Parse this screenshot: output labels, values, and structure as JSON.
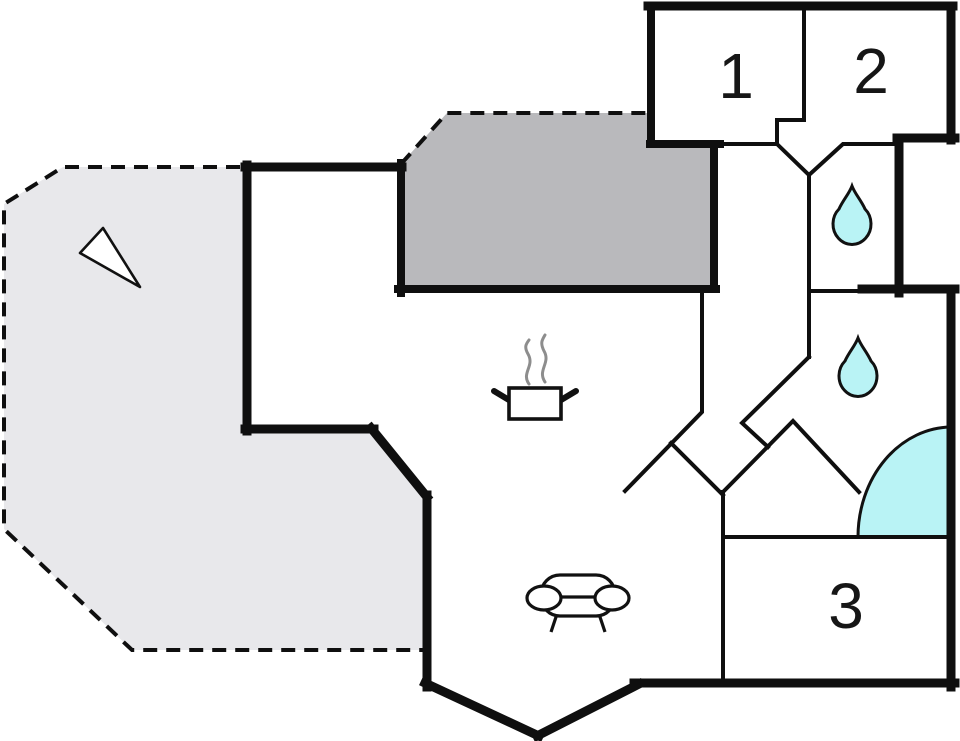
{
  "plan": {
    "type": "floor-plan",
    "rooms": [
      {
        "label": "1"
      },
      {
        "label": "2"
      },
      {
        "label": "3"
      }
    ],
    "icons": [
      {
        "name": "compass-arrow-icon",
        "meaning": "direction pointer on terrace"
      },
      {
        "name": "stove-pot-icon",
        "meaning": "kitchen"
      },
      {
        "name": "steam-icon",
        "meaning": "cooking steam"
      },
      {
        "name": "sofa-icon",
        "meaning": "living room"
      },
      {
        "name": "water-drop-icon",
        "meaning": "bathroom / water point upper"
      },
      {
        "name": "water-drop-icon",
        "meaning": "bathroom / water point lower"
      },
      {
        "name": "corner-shower-icon",
        "meaning": "corner shower"
      }
    ],
    "colors": {
      "wall": "#0f0f0f",
      "terrace_fill": "#e8e8eb",
      "roofed_terrace_fill": "#b9b9bc",
      "water_fill": "#b9f3f5",
      "steam_stroke": "#8d8d8d",
      "background": "#ffffff"
    }
  }
}
